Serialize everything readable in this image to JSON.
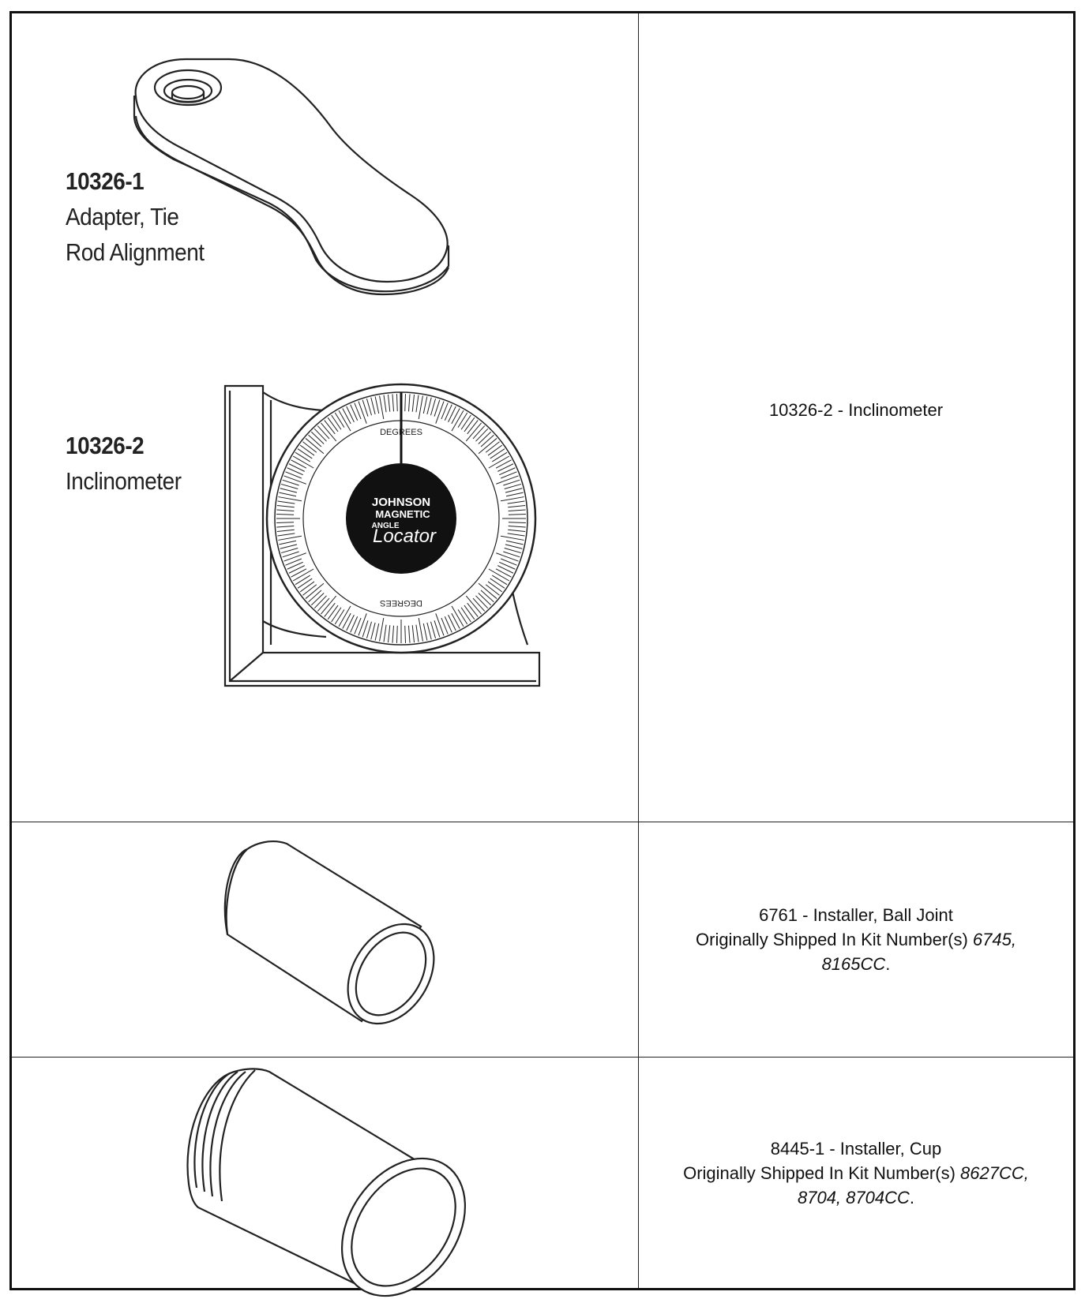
{
  "rows": [
    {
      "callouts": [
        {
          "number": "10326-1",
          "label_lines": [
            "Adapter, Tie",
            "Rod Alignment"
          ]
        },
        {
          "number": "10326-2",
          "label_lines": [
            "Inclinometer"
          ]
        }
      ],
      "dial": {
        "brand_line1": "JOHNSON",
        "brand_line2": "MAGNETIC",
        "brand_line3": "ANGLE",
        "brand_script": "Locator",
        "scale_word": "DEGREES"
      },
      "description": "10326-2 - Inclinometer"
    },
    {
      "description": "6761 - Installer, Ball Joint",
      "kits_prefix": "Originally Shipped In Kit Number(s) ",
      "kits_part1": "6745,",
      "kits_part2": "8165CC",
      "kits_suffix": "."
    },
    {
      "description": "8445-1 - Installer, Cup",
      "kits_prefix": "Originally Shipped In Kit Number(s) ",
      "kits_part1": "8627CC,",
      "kits_part2": "8704, 8704CC",
      "kits_suffix": "."
    }
  ]
}
